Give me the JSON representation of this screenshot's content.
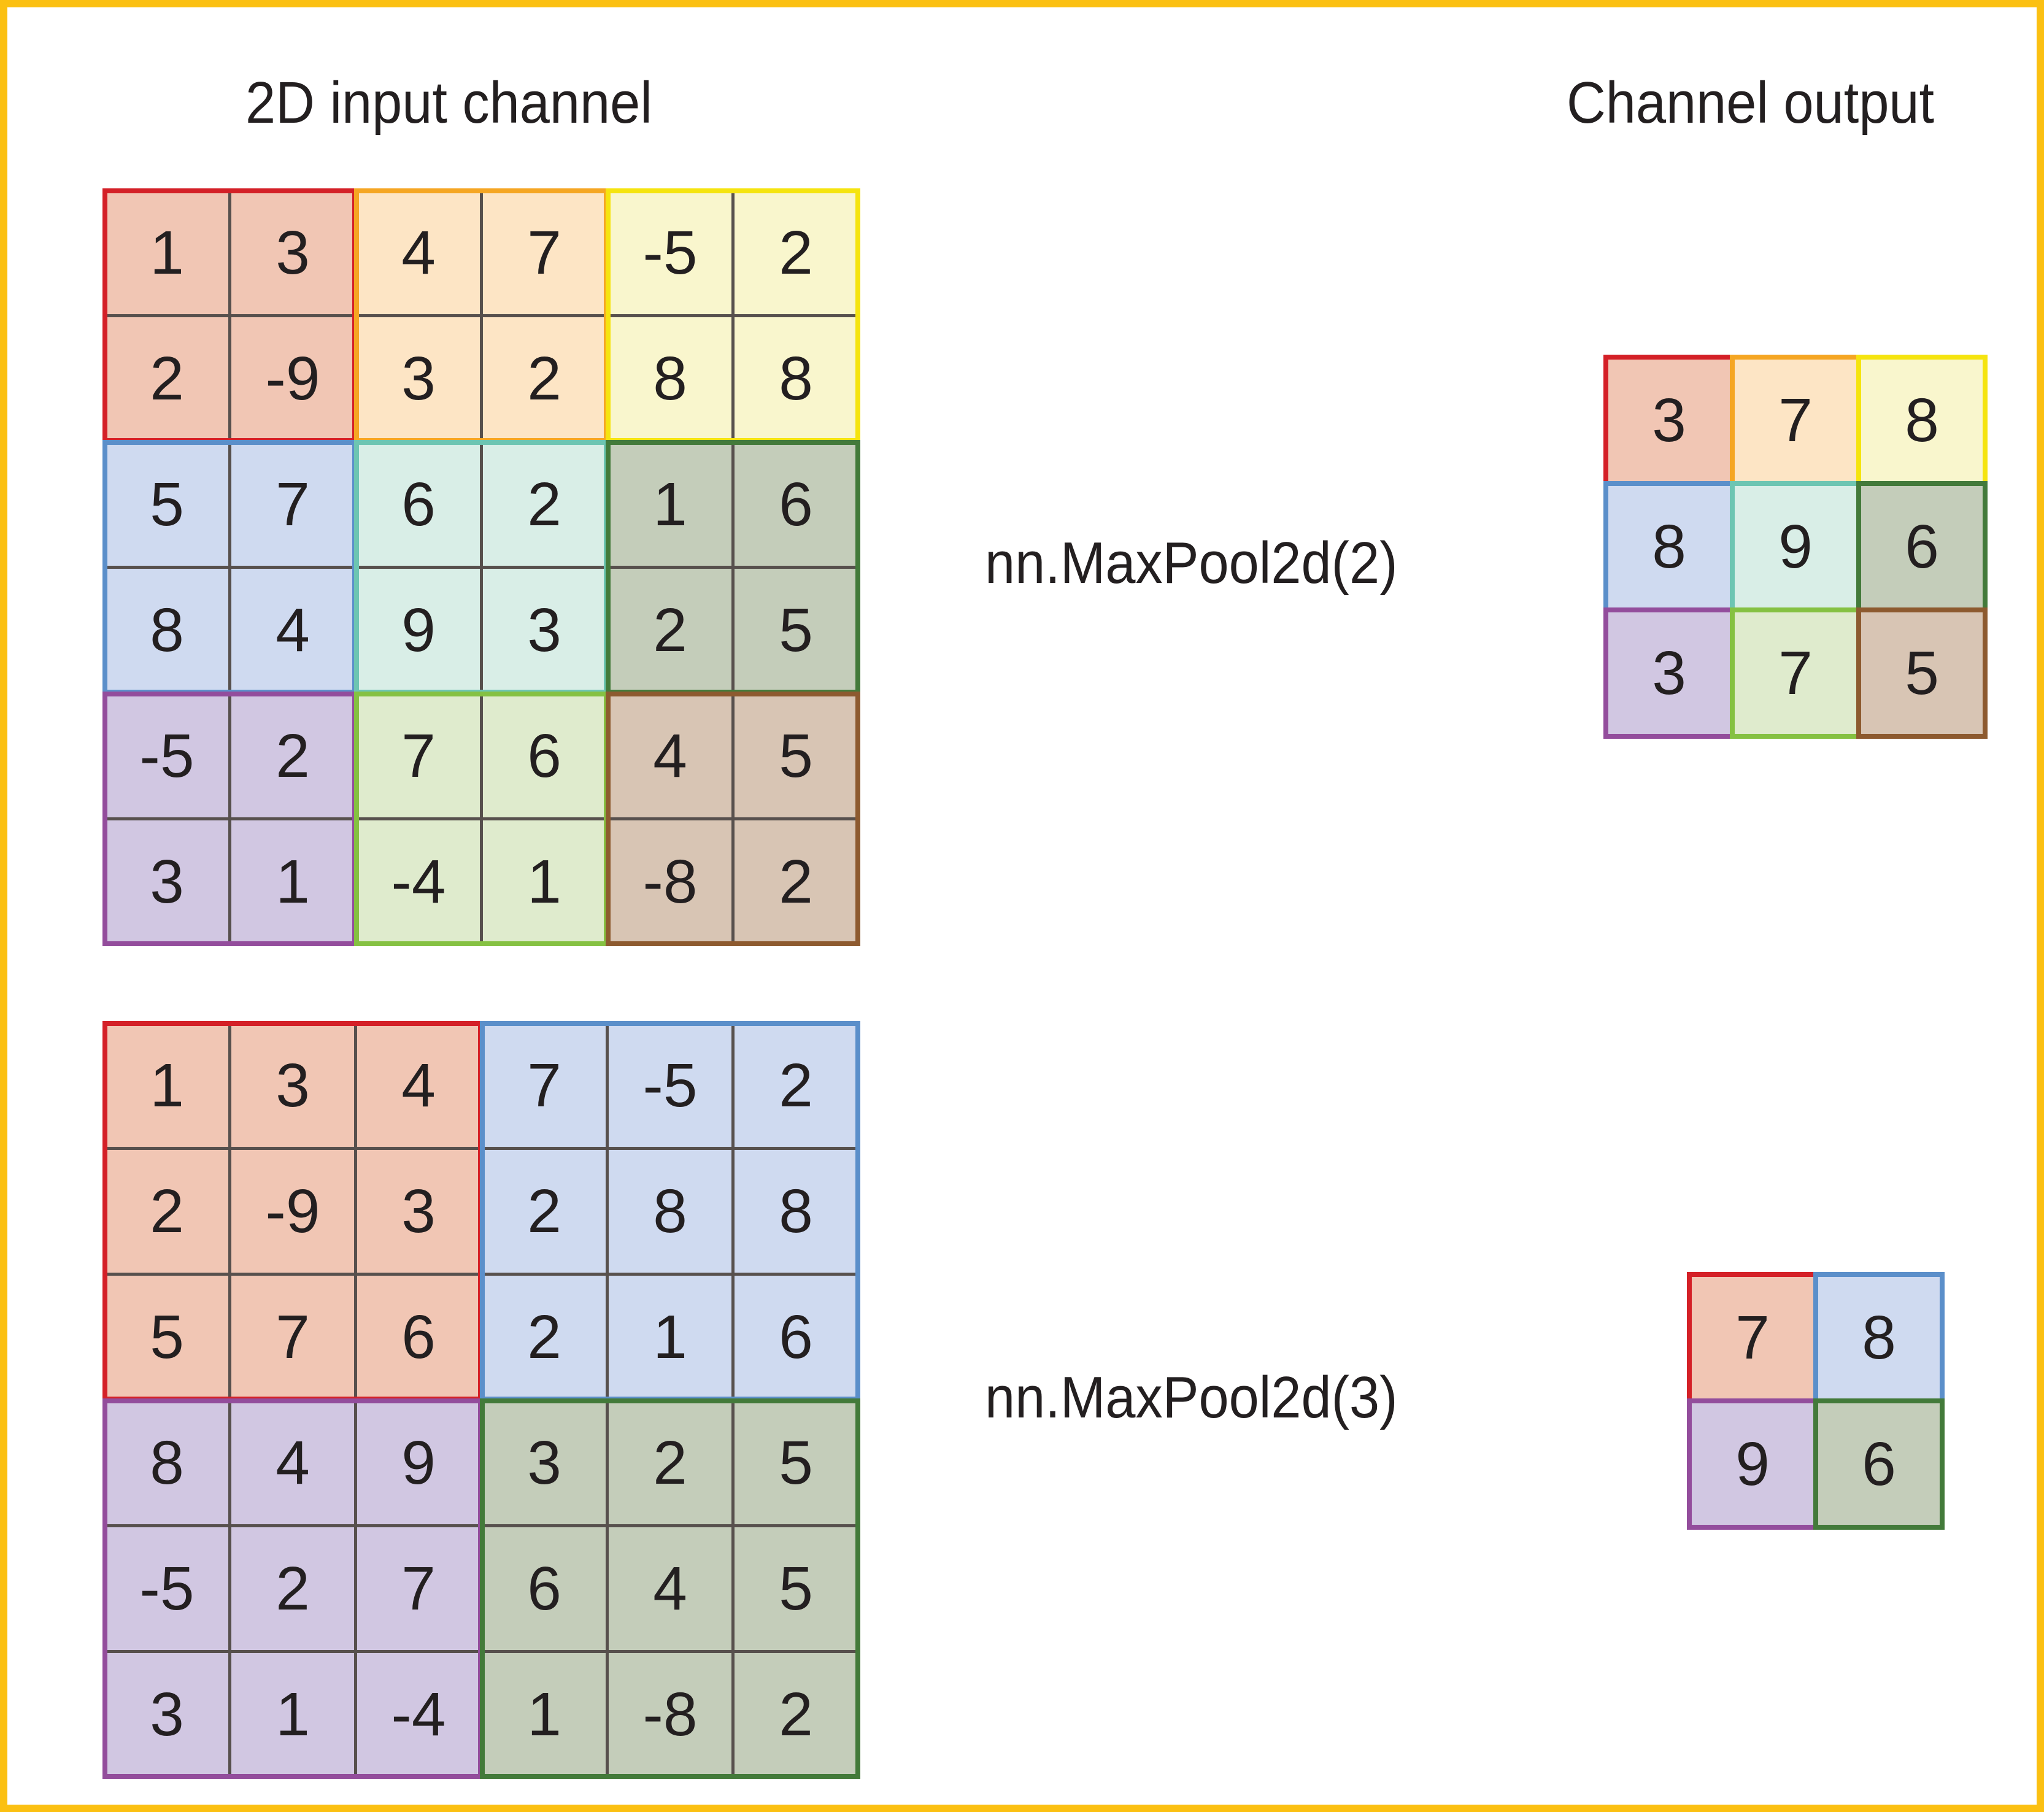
{
  "titles": {
    "input": "2D input channel",
    "output": "Channel output"
  },
  "colors": {
    "frame": "#fbc012",
    "text": "#231f20",
    "inner_line": "#57504d",
    "regions": {
      "red": {
        "border": "#d42027",
        "fill": "#f1c6b4"
      },
      "orange": {
        "border": "#f5a623",
        "fill": "#fde5c5"
      },
      "yellow": {
        "border": "#f5e40f",
        "fill": "#f9f6cd"
      },
      "blue": {
        "border": "#5b8fca",
        "fill": "#cfdaf0"
      },
      "teal": {
        "border": "#6dc5b2",
        "fill": "#d9eee7"
      },
      "green": {
        "border": "#437a3a",
        "fill": "#c4cdba"
      },
      "purple": {
        "border": "#934d9c",
        "fill": "#d1c7e2"
      },
      "lime": {
        "border": "#85c142",
        "fill": "#dfebcd"
      },
      "brown": {
        "border": "#8d5a2f",
        "fill": "#d8c5b4"
      }
    }
  },
  "examples": [
    {
      "operation": "nn.MaxPool2d(2)",
      "kernel_size": 2,
      "input": [
        [
          "1",
          "3",
          "4",
          "7",
          "-5",
          "2"
        ],
        [
          "2",
          "-9",
          "3",
          "2",
          "8",
          "8"
        ],
        [
          "5",
          "7",
          "6",
          "2",
          "1",
          "6"
        ],
        [
          "8",
          "4",
          "9",
          "3",
          "2",
          "5"
        ],
        [
          "-5",
          "2",
          "7",
          "6",
          "4",
          "5"
        ],
        [
          "3",
          "1",
          "-4",
          "1",
          "-8",
          "2"
        ]
      ],
      "region_colors": [
        [
          "red",
          "orange",
          "yellow"
        ],
        [
          "blue",
          "teal",
          "green"
        ],
        [
          "purple",
          "lime",
          "brown"
        ]
      ],
      "output": [
        [
          "3",
          "7",
          "8"
        ],
        [
          "8",
          "9",
          "6"
        ],
        [
          "3",
          "7",
          "5"
        ]
      ]
    },
    {
      "operation": "nn.MaxPool2d(3)",
      "kernel_size": 3,
      "input": [
        [
          "1",
          "3",
          "4",
          "7",
          "-5",
          "2"
        ],
        [
          "2",
          "-9",
          "3",
          "2",
          "8",
          "8"
        ],
        [
          "5",
          "7",
          "6",
          "2",
          "1",
          "6"
        ],
        [
          "8",
          "4",
          "9",
          "3",
          "2",
          "5"
        ],
        [
          "-5",
          "2",
          "7",
          "6",
          "4",
          "5"
        ],
        [
          "3",
          "1",
          "-4",
          "1",
          "-8",
          "2"
        ]
      ],
      "region_colors": [
        [
          "red",
          "blue"
        ],
        [
          "purple",
          "green"
        ]
      ],
      "output": [
        [
          "7",
          "8"
        ],
        [
          "9",
          "6"
        ]
      ]
    }
  ]
}
